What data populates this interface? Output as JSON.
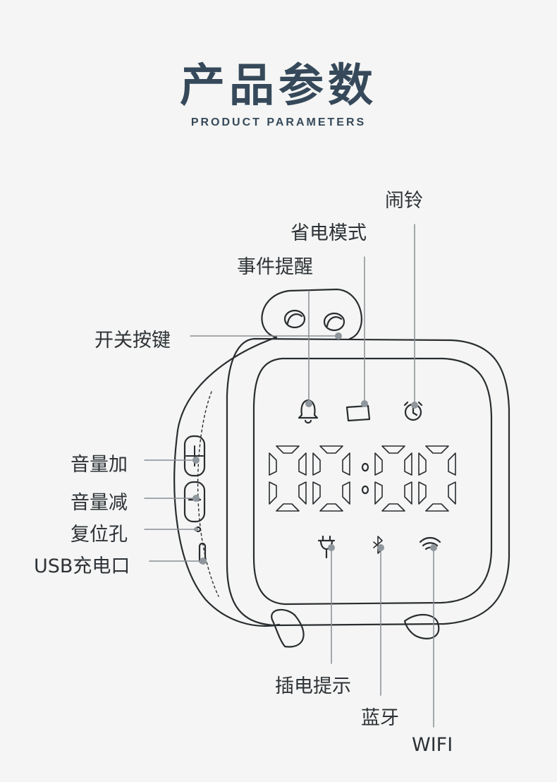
{
  "header": {
    "title": "产品参数",
    "subtitle": "PRODUCT PARAMETERS"
  },
  "display": {
    "time_digits": [
      "0",
      "0",
      "0",
      "0"
    ]
  },
  "callouts": {
    "alarm": "闹铃",
    "power_save": "省电模式",
    "event_reminder": "事件提醒",
    "power_button": "开关按键",
    "volume_up": "音量加",
    "volume_down": "音量减",
    "reset_hole": "复位孔",
    "usb_port": "USB充电口",
    "plug_indicator": "插电提示",
    "bluetooth": "蓝牙",
    "wifi": "WIFI"
  },
  "colors": {
    "title": "#36495a",
    "line": "#2a2d30",
    "leader": "#8a8f94",
    "dot": "#8f979c"
  }
}
